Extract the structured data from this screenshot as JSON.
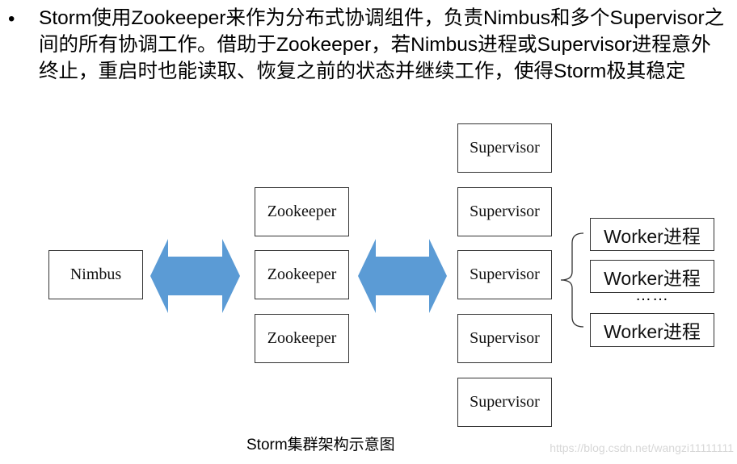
{
  "bullet": "•",
  "paragraph": "Storm使用Zookeeper来作为分布式协调组件，负责Nimbus和多个Supervisor之间的所有协调工作。借助于Zookeeper，若Nimbus进程或Supervisor进程意外终止，重启时也能读取、恢复之前的状态并继续工作，使得Storm极其稳定",
  "diagram": {
    "nimbus": "Nimbus",
    "zookeepers": [
      "Zookeeper",
      "Zookeeper",
      "Zookeeper"
    ],
    "supervisors": [
      "Supervisor",
      "Supervisor",
      "Supervisor",
      "Supervisor",
      "Supervisor"
    ],
    "workers": [
      "Worker进程",
      "Worker进程",
      "Worker进程"
    ],
    "ellipsis": "……",
    "caption": "Storm集群架构示意图",
    "arrow_color": "#5b9bd5"
  },
  "watermark": "https://blog.csdn.net/wangzi11111111"
}
